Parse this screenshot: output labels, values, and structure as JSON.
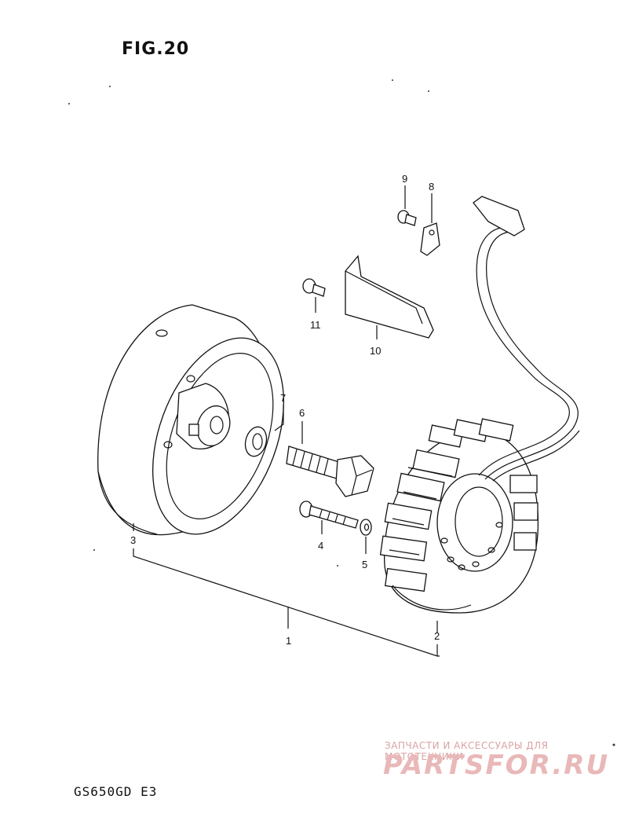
{
  "figure": {
    "title": "FIG.20",
    "model": "GS650GD E3"
  },
  "watermark": {
    "tagline": "ЗАПЧАСТИ И АКСЕССУАРЫ ДЛЯ МОТОТЕХНИКИ",
    "logo": "PARTSFOR.RU",
    "color": "#e9b8b8"
  },
  "callouts": [
    "1",
    "2",
    "3",
    "4",
    "5",
    "6",
    "7",
    "8",
    "9",
    "10",
    "11"
  ],
  "parts": {
    "rotor": "rotor-flywheel",
    "stator": "stator-coil",
    "bolt": "rotor-bolt",
    "screws": "stator-screws",
    "bracket": "lead-wire-bracket"
  }
}
